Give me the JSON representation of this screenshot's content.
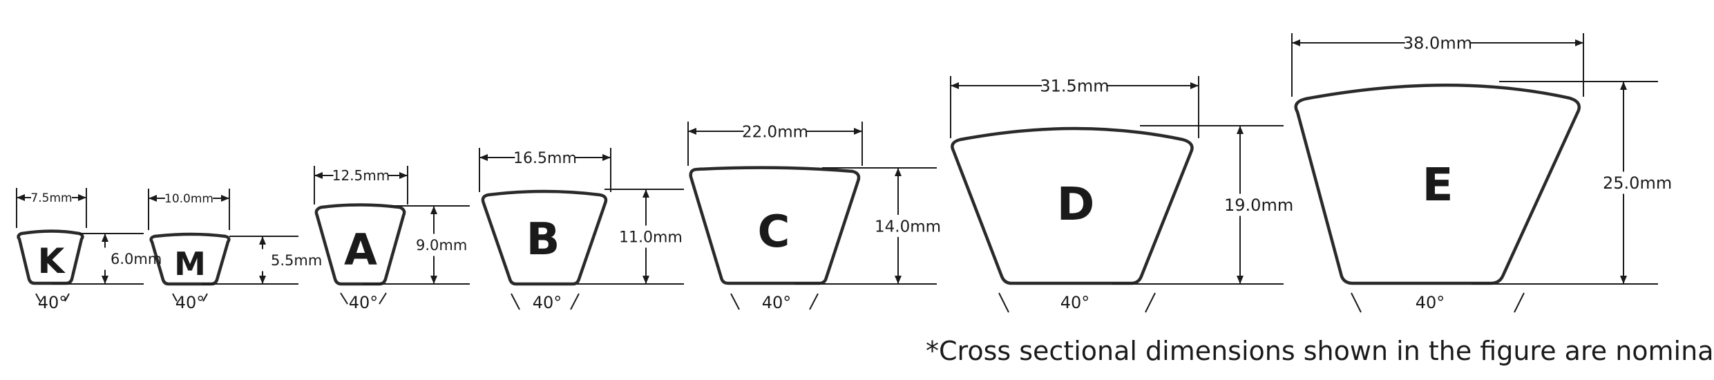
{
  "belts": [
    {
      "id": "K",
      "label": "K",
      "width_label": "7.5mm",
      "height_label": "6.0mm",
      "angle_label": "40°"
    },
    {
      "id": "M",
      "label": "M",
      "width_label": "10.0mm",
      "height_label": "5.5mm",
      "angle_label": "40°"
    },
    {
      "id": "A",
      "label": "A",
      "width_label": "12.5mm",
      "height_label": "9.0mm",
      "angle_label": "40°"
    },
    {
      "id": "B",
      "label": "B",
      "width_label": "16.5mm",
      "height_label": "11.0mm",
      "angle_label": "40°"
    },
    {
      "id": "C",
      "label": "C",
      "width_label": "22.0mm",
      "height_label": "14.0mm",
      "angle_label": "40°"
    },
    {
      "id": "D",
      "label": "D",
      "width_label": "31.5mm",
      "height_label": "19.0mm",
      "angle_label": "40°"
    },
    {
      "id": "E",
      "label": "E",
      "width_label": "38.0mm",
      "height_label": "25.0mm",
      "angle_label": "40°"
    }
  ],
  "footnote": "*Cross sectional dimensions shown in the figure are nominal."
}
